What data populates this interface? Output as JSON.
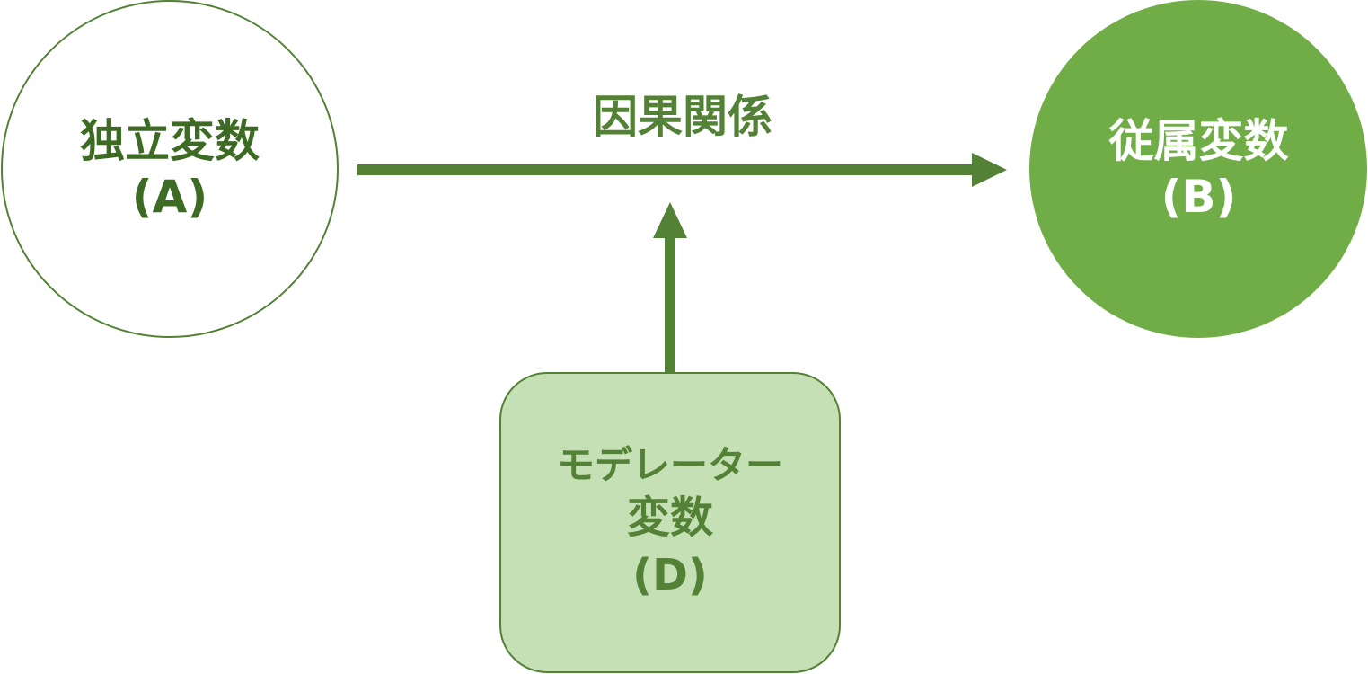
{
  "nodes": {
    "independent": {
      "line1": "独立変数",
      "line2": "(A)"
    },
    "dependent": {
      "line1": "従属変数",
      "line2": "(B)"
    },
    "moderator": {
      "line1": "モデレーター",
      "line2": "変数",
      "line3": "(D)"
    }
  },
  "edges": {
    "causal": {
      "label": "因果関係"
    }
  },
  "colors": {
    "accent_dark": "#538135",
    "accent_fill": "#70ad47",
    "moderator_fill": "#c5e0b4",
    "text_dark": "#3e6b24",
    "outline": "#548235"
  }
}
